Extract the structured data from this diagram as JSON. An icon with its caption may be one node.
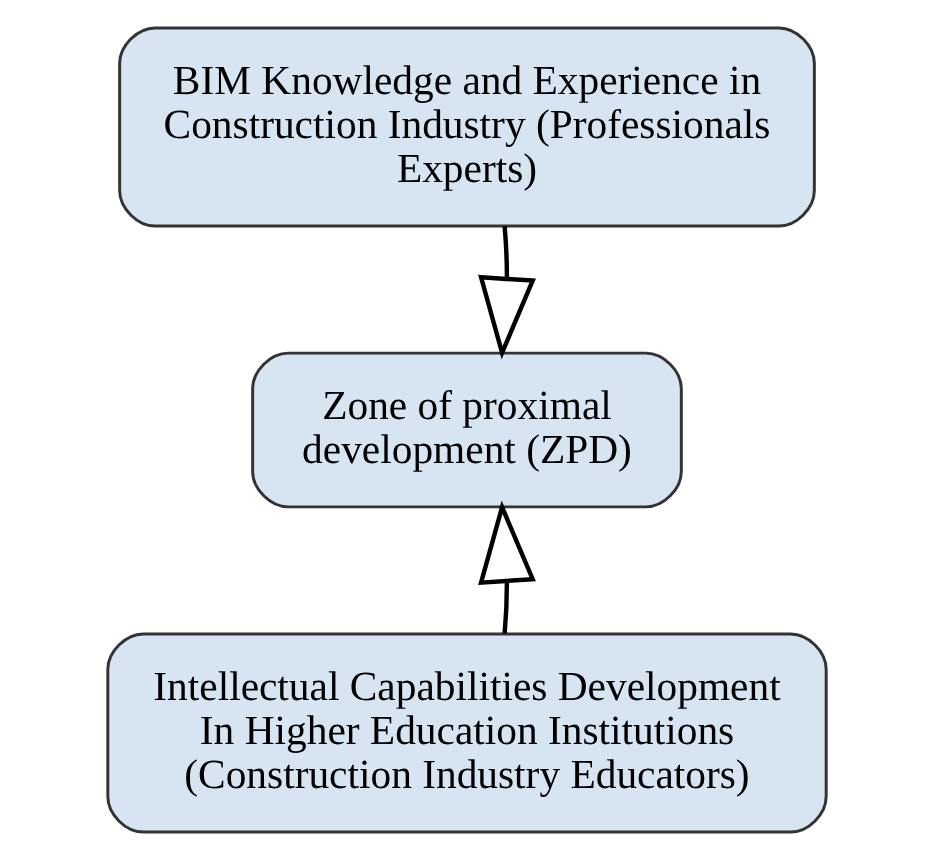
{
  "diagram": {
    "nodes": [
      {
        "text": [
          "BIM Knowledge and Experience in Construction Industry (Professionals Experts)"
        ]
      },
      {
        "text": [
          "Zone of proximal development (ZPD)"
        ]
      },
      {
        "text": [
          "Intellectual Capabilities Development In Higher Education Institutions (Construction Industry Educators)"
        ]
      }
    ],
    "edges": [
      {
        "from": 0,
        "to": 1,
        "arrow": "to"
      },
      {
        "from": 2,
        "to": 1,
        "arrow": "to"
      }
    ]
  }
}
